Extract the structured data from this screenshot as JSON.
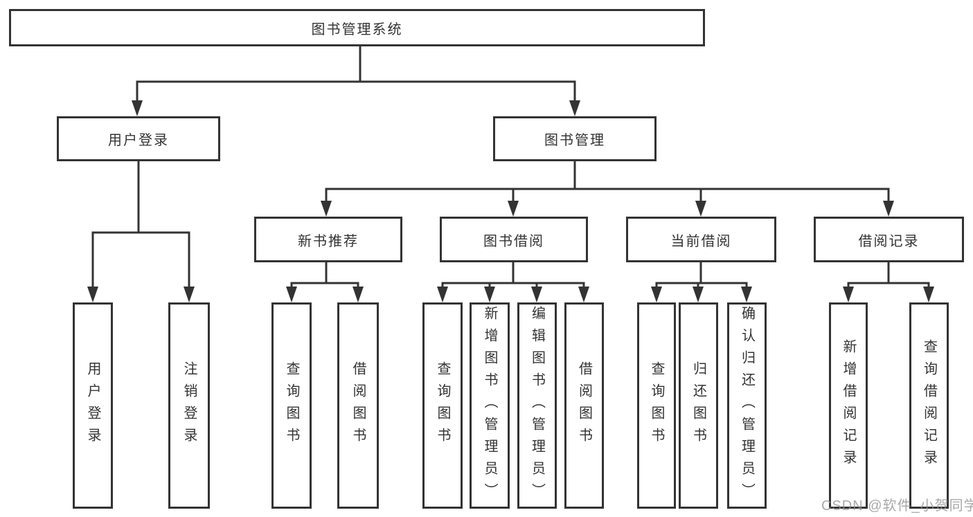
{
  "tree": {
    "label": "图书管理系统",
    "children": [
      {
        "label": "用户登录",
        "children": [
          {
            "label": "用户登录"
          },
          {
            "label": "注销登录"
          }
        ]
      },
      {
        "label": "图书管理",
        "children": [
          {
            "label": "新书推荐",
            "children": [
              {
                "label": "查询图书"
              },
              {
                "label": "借阅图书"
              }
            ]
          },
          {
            "label": "图书借阅",
            "children": [
              {
                "label": "查询图书"
              },
              {
                "label": "新增图书（管理员）"
              },
              {
                "label": "编辑图书（管理员）"
              },
              {
                "label": "借阅图书"
              }
            ]
          },
          {
            "label": "当前借阅",
            "children": [
              {
                "label": "查询图书"
              },
              {
                "label": "归还图书"
              },
              {
                "label": "确认归还（管理员）"
              }
            ]
          },
          {
            "label": "借阅记录",
            "children": [
              {
                "label": "新增借阅记录"
              },
              {
                "label": "查询借阅记录"
              }
            ]
          }
        ]
      }
    ]
  },
  "watermark": "CSDN @软件_小贺同学",
  "colors": {
    "line": "#333333",
    "box_border": "#333333",
    "box_fill": "#ffffff",
    "text": "#333333",
    "watermark": "#919191",
    "background": "#ffffff"
  }
}
